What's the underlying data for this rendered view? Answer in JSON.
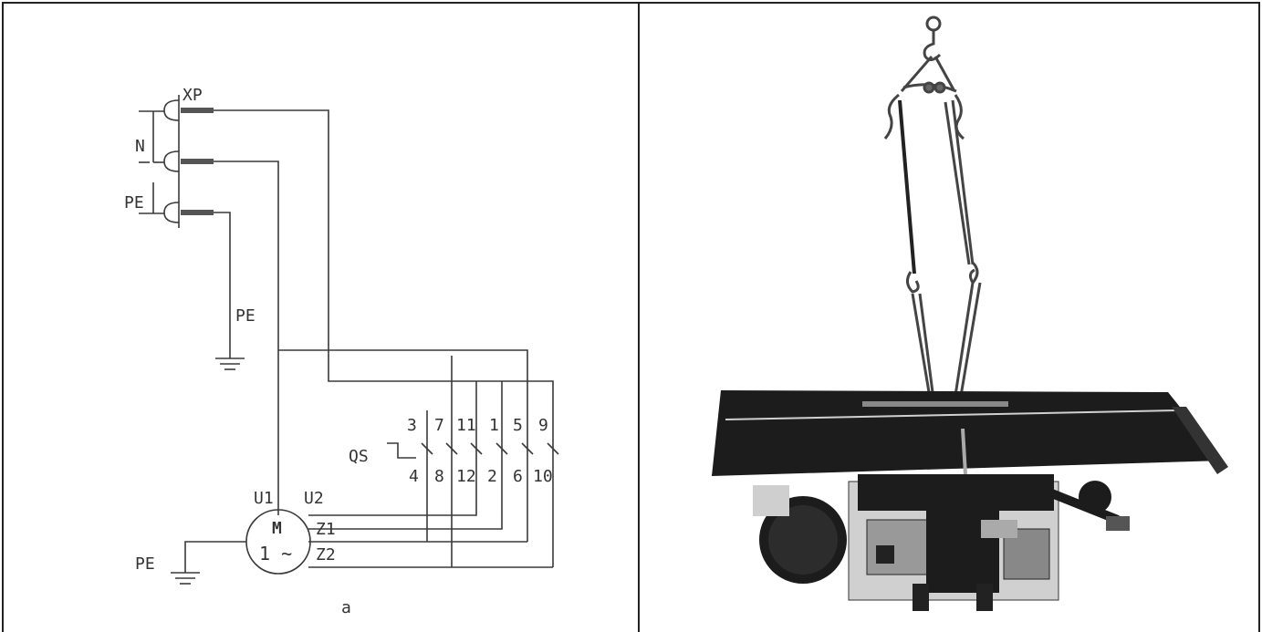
{
  "schematic": {
    "connector_label": "XP",
    "neutral_label": "N",
    "pe_top_label": "PE",
    "pe_ground_label": "PE",
    "pe_motor_label": "PE",
    "switch_label": "QS",
    "top_pins": [
      "3",
      "7",
      "11",
      "1",
      "5",
      "9"
    ],
    "bottom_pins": [
      "4",
      "8",
      "12",
      "2",
      "6",
      "10"
    ],
    "motor_symbol": "M",
    "motor_phase": "1 ~",
    "u1_label": "U1",
    "u2_label": "U2",
    "z1_label": "Z1",
    "z2_label": "Z2",
    "caption": "a"
  },
  "colors": {
    "line": "#3a3a3a",
    "machine_dark": "#1c1c1c",
    "machine_light": "#d0d0d0"
  }
}
